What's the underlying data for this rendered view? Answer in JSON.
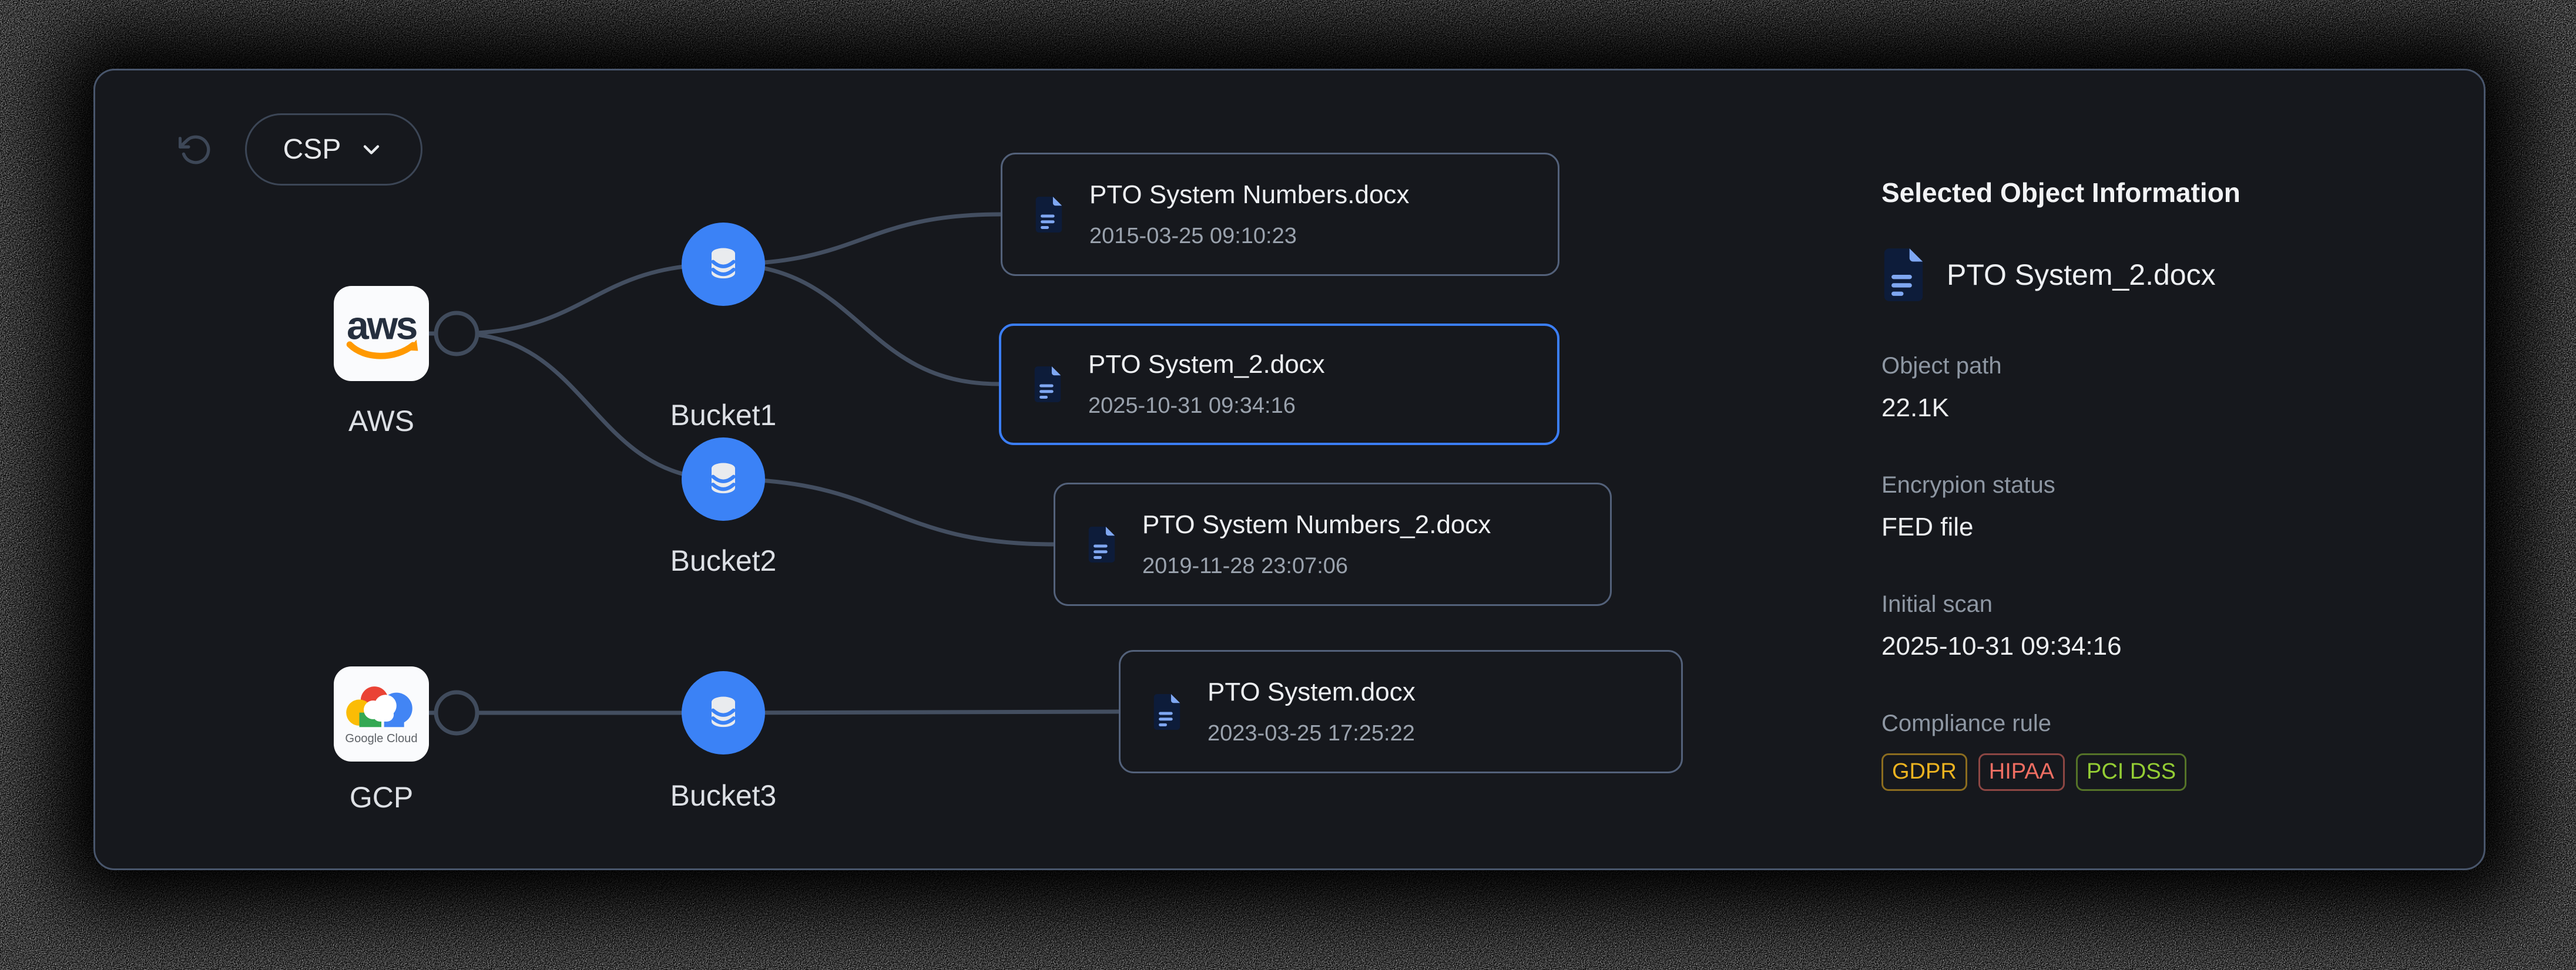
{
  "toolbar": {
    "csp_label": "CSP"
  },
  "graph": {
    "providers": [
      {
        "id": "aws",
        "label": "AWS",
        "logo": "aws-logo"
      },
      {
        "id": "gcp",
        "label": "GCP",
        "logo": "google-cloud-logo"
      }
    ],
    "buckets": [
      {
        "id": "bucket1",
        "label": "Bucket1",
        "parent": "AWS"
      },
      {
        "id": "bucket2",
        "label": "Bucket2",
        "parent": "AWS"
      },
      {
        "id": "bucket3",
        "label": "Bucket3",
        "parent": "GCP"
      }
    ],
    "files": [
      {
        "name": "PTO System Numbers.docx",
        "timestamp": "2015-03-25 09:10:23",
        "bucket": "Bucket1",
        "selected": false
      },
      {
        "name": "PTO System_2.docx",
        "timestamp": "2025-10-31 09:34:16",
        "bucket": "Bucket1",
        "selected": true
      },
      {
        "name": "PTO System Numbers_2.docx",
        "timestamp": "2019-11-28 23:07:06",
        "bucket": "Bucket2",
        "selected": false
      },
      {
        "name": "PTO System.docx",
        "timestamp": "2023-03-25 17:25:22",
        "bucket": "Bucket3",
        "selected": false
      }
    ]
  },
  "details_panel": {
    "title": "Selected Object Information",
    "file_name": "PTO System_2.docx",
    "fields": [
      {
        "label": "Object path",
        "value": "22.1K"
      },
      {
        "label": "Encrypion status",
        "value": "FED file"
      },
      {
        "label": "Initial scan",
        "value": "2025-10-31 09:34:16"
      }
    ],
    "compliance_label": "Compliance rule",
    "badges": [
      {
        "label": "GDPR",
        "color": "#ecb320"
      },
      {
        "label": "HIPAA",
        "color": "#ef6e62"
      },
      {
        "label": "PCI DSS",
        "color": "#94cd34"
      }
    ]
  },
  "colors": {
    "panel_background": "#16181d",
    "panel_border": "#49566c",
    "edge": "#434e60",
    "bucket_blue": "#3b82f6",
    "selected_border": "#3b7ef8",
    "doc_icon_body": "#0d1c3a",
    "doc_icon_accent": "#7fa7f2",
    "aws_orange": "#ff9900",
    "aws_navy": "#252f3e"
  }
}
